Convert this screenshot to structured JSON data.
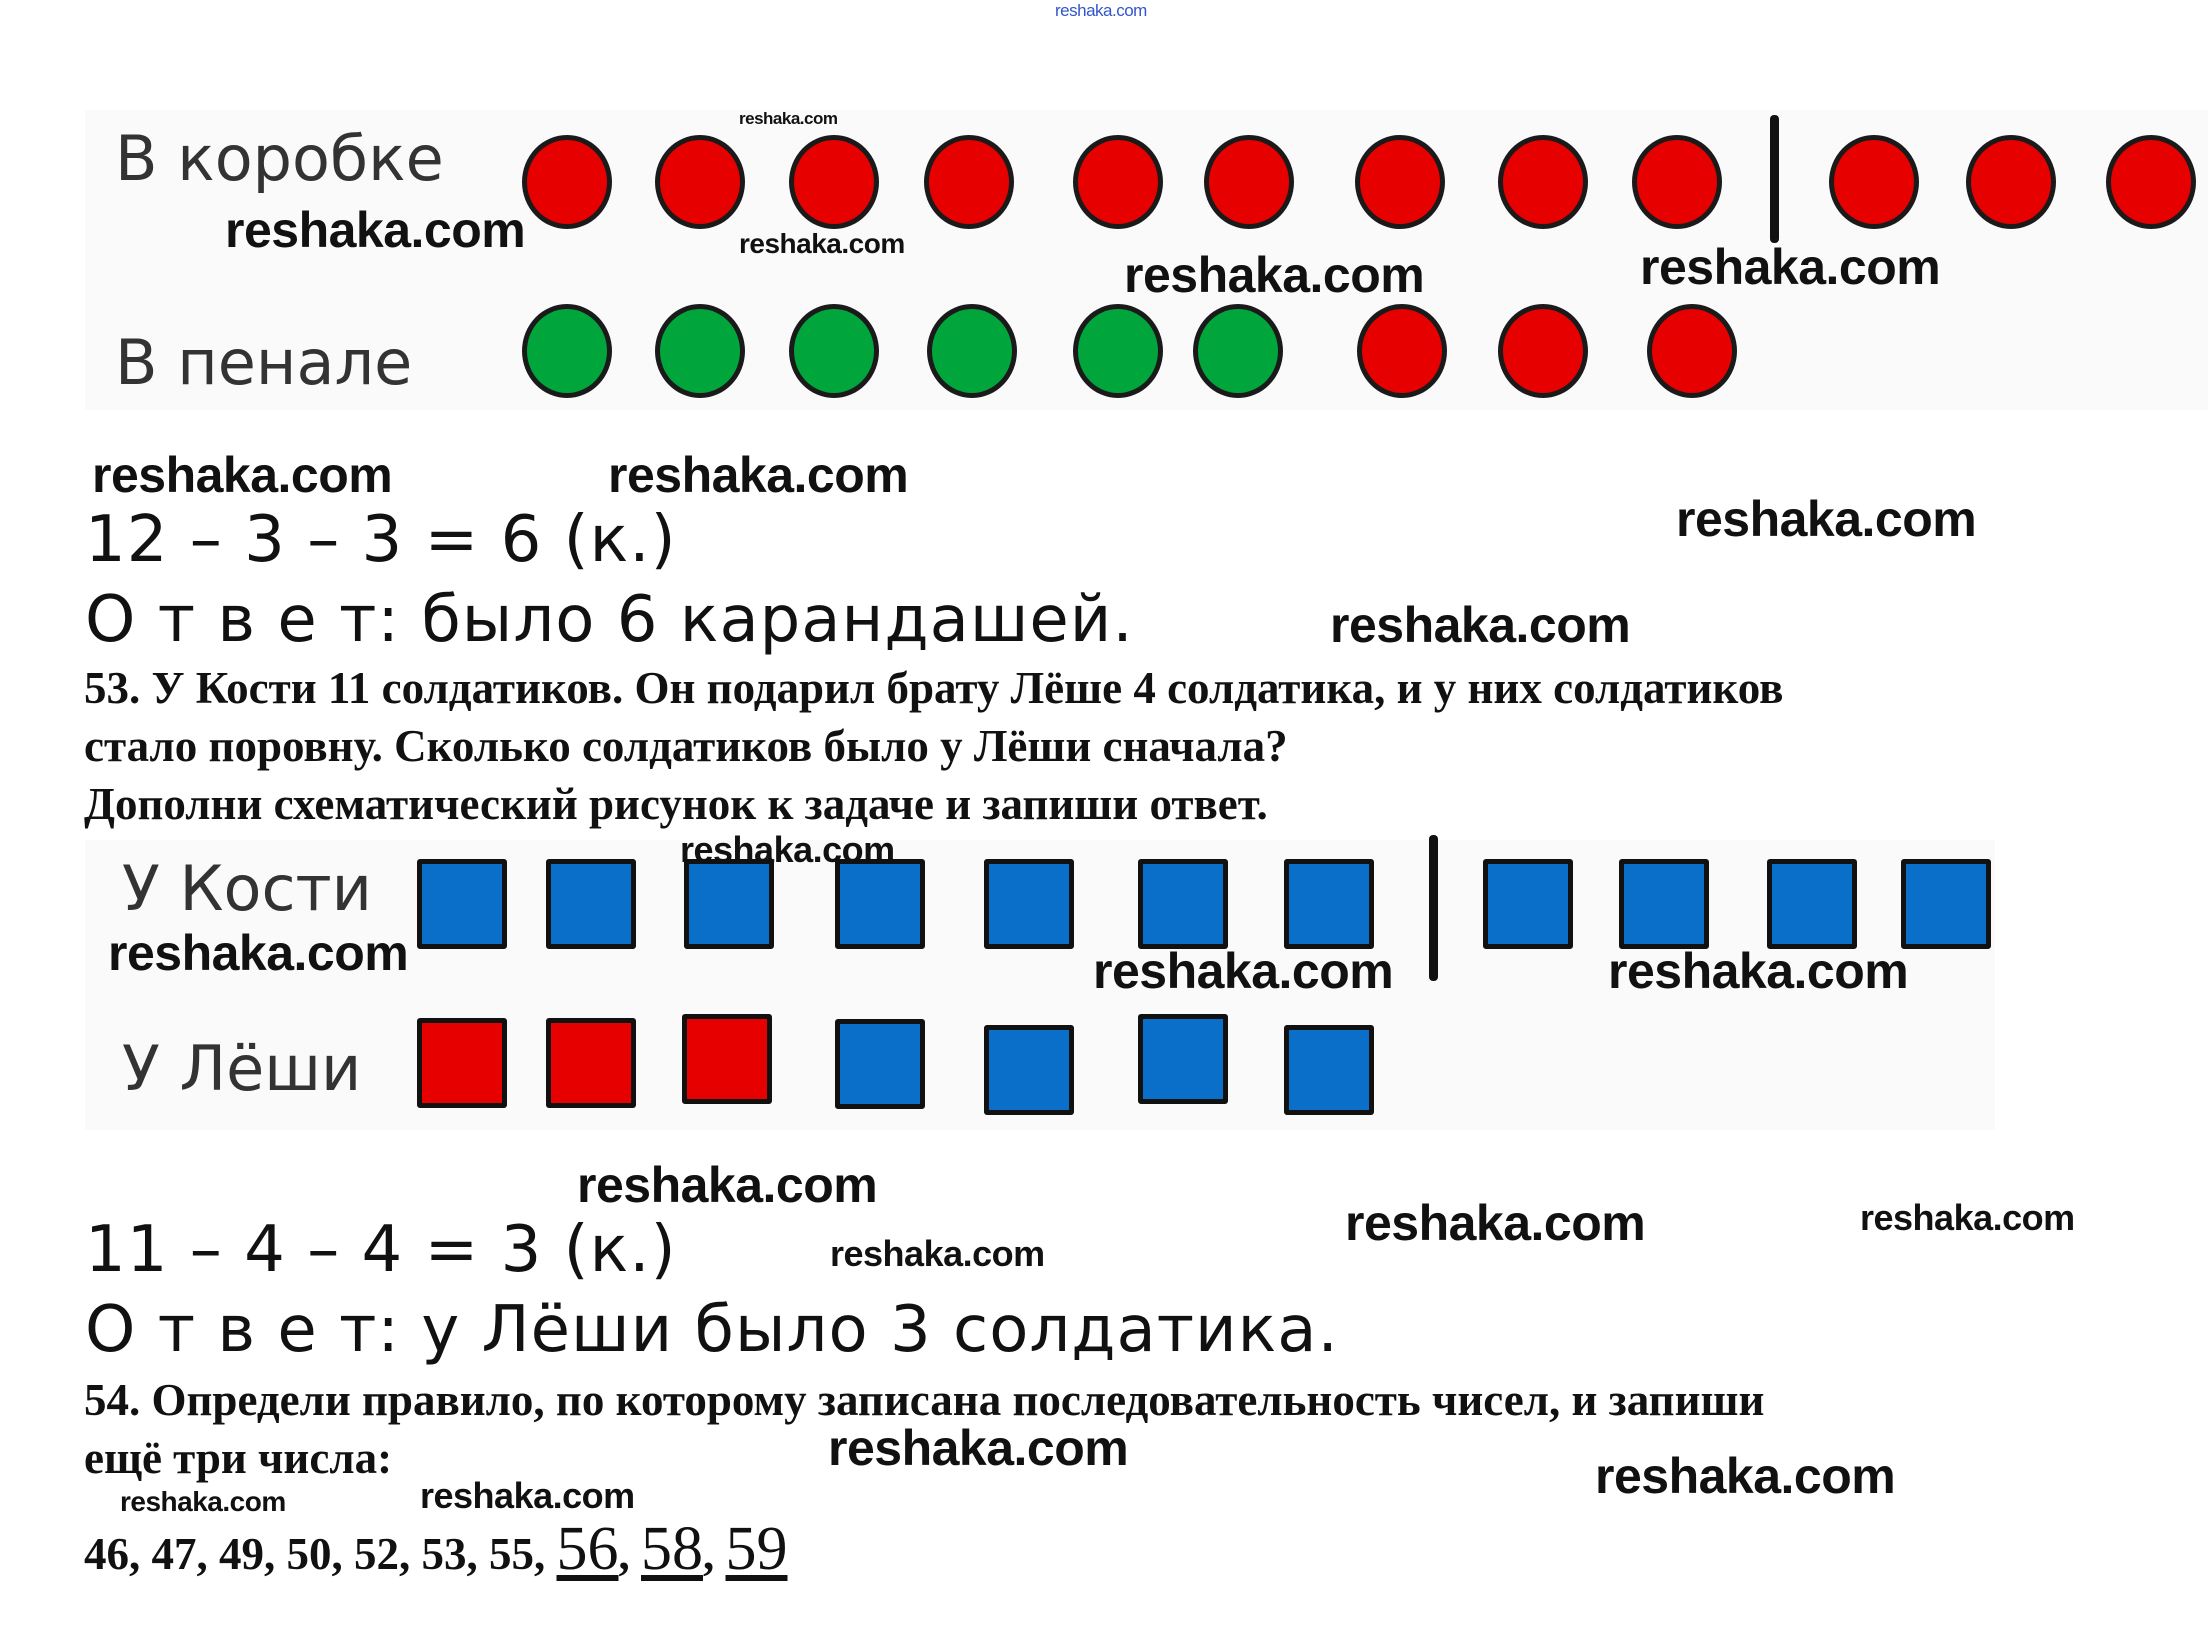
{
  "problem52": {
    "row1_label": "В коробке",
    "row2_label": "В пенале",
    "row1_colors": [
      "red",
      "red",
      "red",
      "red",
      "red",
      "red",
      "red",
      "red",
      "red",
      "red",
      "red",
      "red"
    ],
    "row2_colors": [
      "green",
      "green",
      "green",
      "green",
      "green",
      "green",
      "red",
      "red",
      "red"
    ],
    "equation": "12 – 3 – 3 = 6 (к.)",
    "answer": "О т в е т: было 6 карандашей."
  },
  "problem53": {
    "text_lines": [
      "53. У Кости 11 солдатиков. Он подарил брату Лёше 4 солдатика, и у них солдатиков",
      "стало поровну. Сколько солдатиков было у Лёши сначала?",
      "Дополни схематический рисунок к задаче и запиши ответ."
    ],
    "row1_label": "У Кости",
    "row2_label": "У Лёши",
    "row1_colors": [
      "blue",
      "blue",
      "blue",
      "blue",
      "blue",
      "blue",
      "blue",
      "blue",
      "blue",
      "blue",
      "blue"
    ],
    "row2_colors": [
      "red",
      "red",
      "red",
      "blue",
      "blue",
      "blue",
      "blue"
    ],
    "equation": "11 – 4 – 4 = 3 (к.)",
    "answer": "О т в е т: у Лёши было 3 солдатика."
  },
  "problem54": {
    "text_lines": [
      "54. Определи правило, по которому записана последовательность чисел, и запиши",
      "ещё три числа:"
    ],
    "sequence": "46, 47, 49, 50, 52, 53, 55,",
    "answers": [
      "56",
      "58",
      "59"
    ],
    "separator": ","
  },
  "colors": {
    "red": "#e60000",
    "green": "#00a63c",
    "blue": "#0a6fc8",
    "watermark_top": "#3355cc"
  },
  "watermark": "reshaka.com",
  "watermarks": [
    "reshaka.com",
    "reshaka.com",
    "reshaka.com",
    "reshaka.com",
    "reshaka.com",
    "reshaka.com",
    "reshaka.com",
    "reshaka.com",
    "reshaka.com",
    "reshaka.com",
    "reshaka.com",
    "reshaka.com",
    "reshaka.com",
    "reshaka.com",
    "reshaka.com",
    "reshaka.com",
    "reshaka.com",
    "reshaka.com",
    "reshaka.com",
    "reshaka.com",
    "reshaka.com",
    "reshaka.com"
  ]
}
